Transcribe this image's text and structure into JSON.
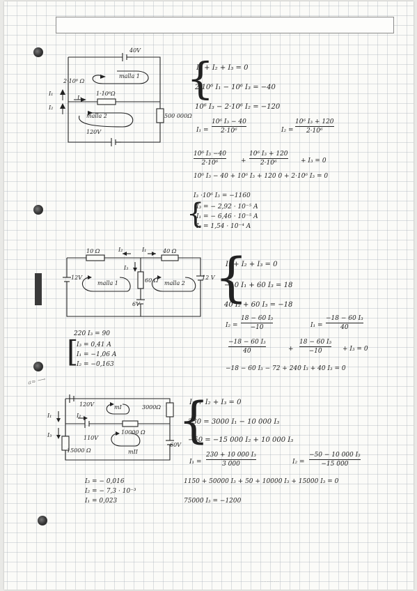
{
  "problem1": {
    "circuit": {
      "src_top": "40V",
      "r1": "2·10⁶ Ω",
      "r2": "1·10⁶Ω",
      "r3": "500 000Ω",
      "src_bottom": "120V",
      "mesh1": "malla 1",
      "mesh2": "malla 2",
      "i1": "I₁",
      "i2": "I₂",
      "i3": "I₃"
    },
    "system": [
      "I₁ + I₂ + I₃ = 0",
      "2·10⁶ I₁ − 10⁶ I₃ = −40",
      "10⁶ I₃ − 2·10⁶ I₂ = −120"
    ],
    "i1_lhs": "I₁ =",
    "i1_num": "10⁶ I₃ − 40",
    "i1_den": "2·10⁶",
    "i2_lhs": "I₂ =",
    "i2_num": "10⁶ I₃ + 120",
    "i2_den": "2·10⁶",
    "sub_num1": "10⁶ I₃ −40",
    "sub_den1": "2·10⁶",
    "sub_plus": "+",
    "sub_num2": "10⁶ I₃ + 120",
    "sub_den2": "2·10⁶",
    "sub_rest": "+ I₃ = 0",
    "expand": "10⁶ I₃ − 40 + 10⁶ I₃ + 120 0 + 2·10⁶ I₃ = 0",
    "result": [
      "I₃ ·10⁶ I₃ = −1160",
      "I₃ = − 2,92 · 10⁻⁵ A",
      "I₁ = − 6,46 · 10⁻⁵ A",
      "I₂ = 1,54 · 10⁻⁴ A"
    ]
  },
  "problem2": {
    "circuit": {
      "r1": "10 Ω",
      "r2": "40 Ω",
      "r3": "60 Ω",
      "src_left": "12V",
      "src_right": "12 V",
      "src_mid": "6V",
      "mesh1": "malla 1",
      "mesh2": "malla 2",
      "i1": "I₁",
      "i2": "I₂",
      "i3": "I₃"
    },
    "system": [
      "I₁ + I₂ + I₃ = 0",
      "−10 I₁ + 60 I₃ = 18",
      "40 I₂ + 60 I₃ = −18"
    ],
    "i2_lhs": "I₂ =",
    "i2_num": "18 − 60 I₃",
    "i2_den": "−10",
    "i1_lhs": "I₁ =",
    "i1_num": "−18 − 60 I₃",
    "i1_den": "40",
    "sub_num1": "−18 − 60 I₃",
    "sub_den1": "40",
    "sub_plus": "+",
    "sub_num2": "18 − 60 I₃",
    "sub_den2": "−10",
    "sub_rest": "+ I₃ = 0",
    "expand": "−18 − 60 I₃ − 72 + 240 I₃ + 40 I₃ = 0",
    "result_first": "220 I₃ = 90",
    "result": [
      "I₃ = 0,41 A",
      "I₁ = −1,06 A",
      "I₂ = −0,163"
    ]
  },
  "problem3": {
    "circuit": {
      "src_top": "120V",
      "r_top": "3000Ω",
      "src_mid": "110V",
      "r_mid": "10000 Ω",
      "r_left": "15000 Ω",
      "src_right": "60V",
      "mesh1": "mI",
      "mesh2": "mII",
      "i1": "I₁",
      "i2": "I₂",
      "i3": "I₃"
    },
    "system": [
      "I₁ + I₂ + I₃ = 0",
      "230 = 3000 I₁ − 10 000 I₃",
      "−50 = −15 000 I₂ + 10 000 I₃"
    ],
    "i1_lhs": "I₁ =",
    "i1_num": "230 + 10 000 I₃",
    "i1_den": "3 000",
    "i2_lhs": "I₂ =",
    "i2_num": "−50 − 10 000 I₃",
    "i2_den": "−15 000",
    "expand": "1150 + 50000 I₃ + 50 + 10000 I₃ + 15000 I₃ = 0",
    "final": "75000 I₃ = −1200",
    "result": [
      "I₃ = − 0,016",
      "I₂ = − 7,3 · 10⁻³",
      "I₁ = 0,023"
    ]
  },
  "margin": {
    "scribble": "a≈ ⟶",
    "footer": "· · · · · · · · · ·"
  }
}
